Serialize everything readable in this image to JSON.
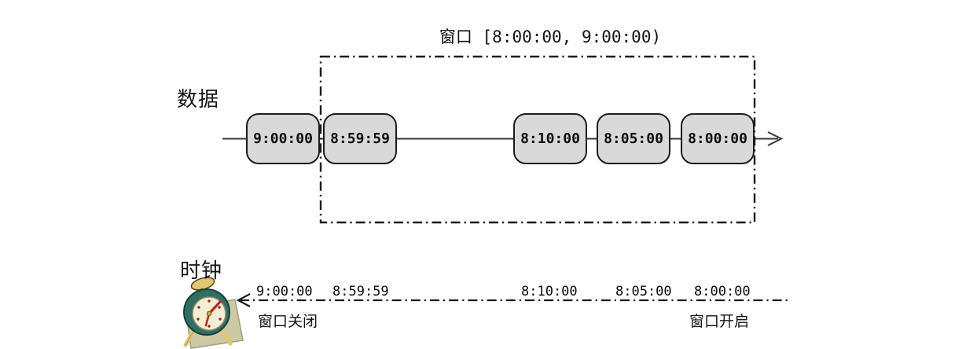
{
  "title": "窗口 [8:00:00, 9:00:00)",
  "rows": {
    "data_label": "数据",
    "clock_label": "时钟"
  },
  "events": [
    {
      "time": "9:00:00",
      "in_window": false
    },
    {
      "time": "8:59:59",
      "in_window": true
    },
    {
      "time": "8:10:00",
      "in_window": true
    },
    {
      "time": "8:05:00",
      "in_window": true
    },
    {
      "time": "8:00:00",
      "in_window": true
    }
  ],
  "clock_ticks": [
    "9:00:00",
    "8:59:59",
    "8:10:00",
    "8:05:00",
    "8:00:00"
  ],
  "annotations": {
    "window_close": "窗口关闭",
    "window_open": "窗口开启"
  },
  "icons": {
    "clock": "alarm-clock-icon"
  },
  "colors": {
    "background": "#ffffff",
    "event_box_fill": "#d9d9d9",
    "event_box_border": "#1c1c1c",
    "line": "#333333",
    "text": "#0c0c0c",
    "clock_body": "#2f6f63",
    "clock_face": "#f4eed6",
    "clock_hands": "#c0281e",
    "clock_brass": "#e3c66f",
    "paper": "#cdc9a5"
  }
}
